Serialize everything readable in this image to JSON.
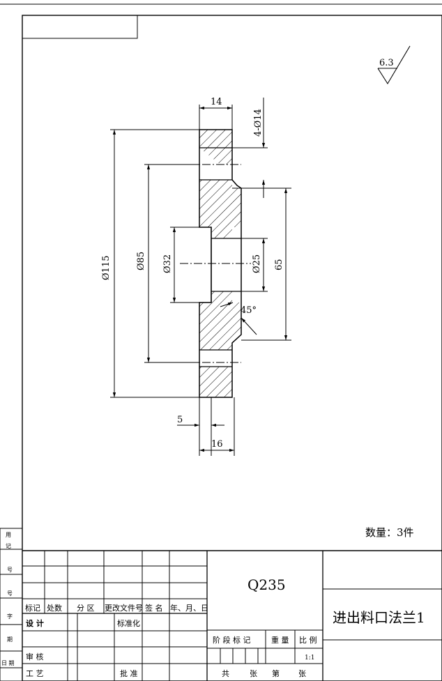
{
  "drawing": {
    "surface_roughness": "6.3",
    "dim_thickness_top": "14",
    "dim_holes": "4-Ø14",
    "dim_outer_dia": "Ø115",
    "dim_bolt_circle": "Ø85",
    "dim_bore": "Ø32",
    "dim_inner_bore": "Ø25",
    "dim_boss": "65",
    "dim_chamfer": "45°",
    "dim_step": "5",
    "dim_thickness_bottom": "16",
    "quantity": "数量：3件"
  },
  "side_strip": {
    "labels": [
      "用",
      "记",
      "号",
      "号",
      "字",
      "期",
      "日 期"
    ]
  },
  "title_block": {
    "material": "Q235",
    "part_name": "进出料口法兰1",
    "headers": [
      "标记",
      "处数",
      "分 区",
      "更改文件号",
      "签 名",
      "年、月、日"
    ],
    "design": "设 计",
    "standardize": "标准化",
    "review": "审 核",
    "process": "工 艺",
    "approve": "批 准",
    "stage_mark": "阶 段 标 记",
    "weight": "重 量",
    "scale_label": "比 例",
    "scale": "1:1",
    "total": "共",
    "sheets1": "张",
    "page": "第",
    "sheets2": "张"
  }
}
